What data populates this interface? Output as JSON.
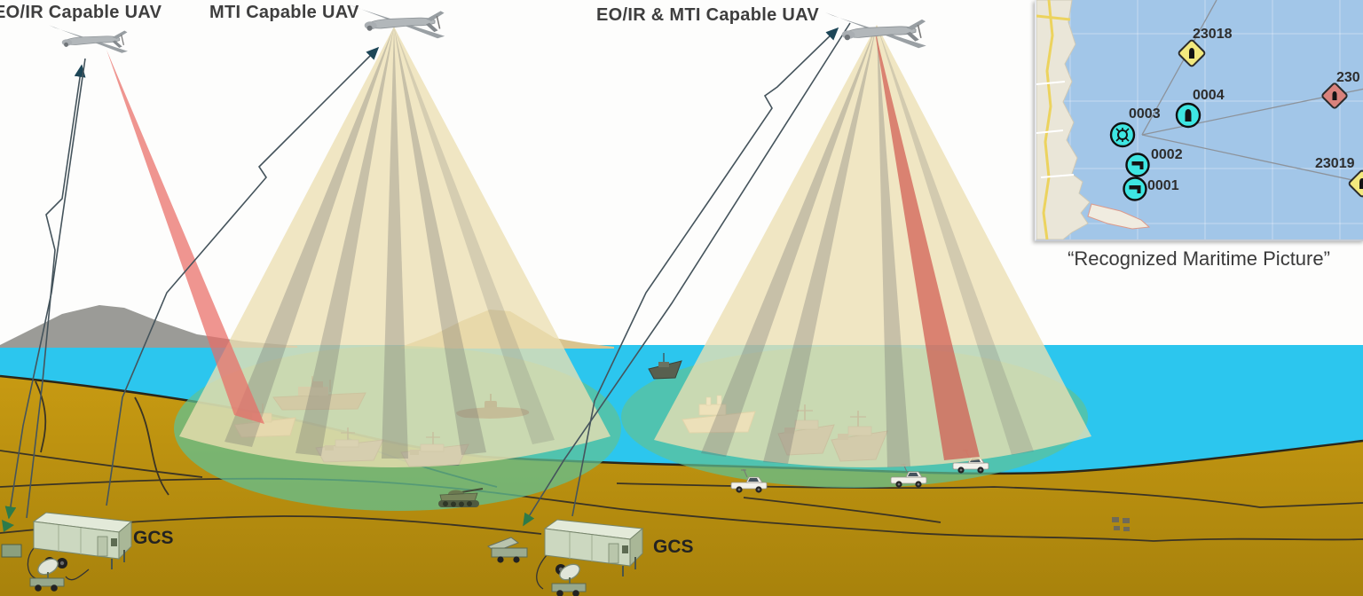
{
  "scene": {
    "uav_labels": [
      {
        "label": "EO/IR Capable UAV"
      },
      {
        "label": "MTI Capable UAV"
      },
      {
        "label": "EO/IR & MTI Capable UAV"
      }
    ],
    "gcs_labels": [
      "GCS",
      "GCS"
    ]
  },
  "map_inset": {
    "caption": "“Recognized Maritime Picture”",
    "tracks": [
      {
        "label": "23018",
        "affiliation": "unknown",
        "symbol": "yellow-diamond"
      },
      {
        "label": "230",
        "affiliation": "hostile",
        "symbol": "red-diamond"
      },
      {
        "label": "0004",
        "affiliation": "friendly",
        "symbol": "cyan-circle"
      },
      {
        "label": "0003",
        "affiliation": "friendly",
        "symbol": "cyan-circle"
      },
      {
        "label": "0002",
        "affiliation": "friendly",
        "symbol": "cyan-circle"
      },
      {
        "label": "0001",
        "affiliation": "friendly",
        "symbol": "cyan-circle"
      },
      {
        "label": "23019",
        "affiliation": "unknown",
        "symbol": "yellow-diamond"
      }
    ]
  },
  "colors": {
    "sky": "#fdfdfc",
    "sea": "#2cc6ee",
    "land": "#c39310",
    "mountain_gray": "#9b9b97",
    "mountain_tan": "#d9c48f",
    "sensor_cone": "#ecdfb2",
    "red_beam": "#e96c66",
    "coverage_teal": "#60c295",
    "link_line": "#45545c",
    "map_water": "#a2c6e8",
    "map_land": "#eae6d8",
    "track_friendly": "#3ee6e2",
    "track_unknown": "#f2e97e",
    "track_hostile": "#d9827c"
  }
}
